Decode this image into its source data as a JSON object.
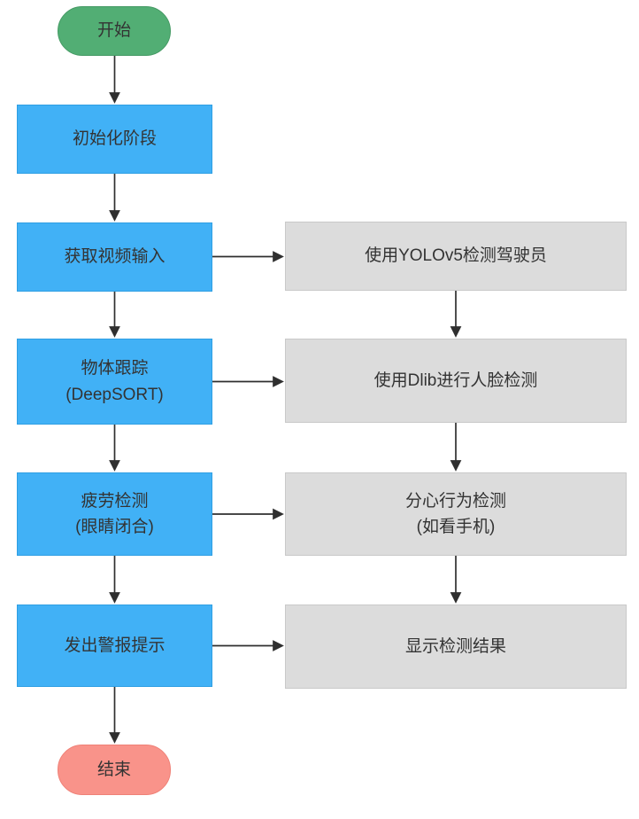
{
  "flowchart": {
    "description": "driver-monitoring-pipeline-flowchart",
    "colors": {
      "bg": "#ffffff",
      "process": "#41b1f6",
      "process_border": "#2f9fe3",
      "step": "#dcdcdc",
      "step_border": "#c9c9c9",
      "start": "#52ae74",
      "start_border": "#459a64",
      "end": "#f9938a",
      "end_border": "#ef8177",
      "arrow": "#2f2f2f",
      "text": "#333333"
    },
    "nodes": {
      "start": {
        "label": "开始"
      },
      "init": {
        "label": "初始化阶段"
      },
      "video_input": {
        "label": "获取视频输入"
      },
      "object_tracking": {
        "label": "物体跟踪",
        "label2": "(DeepSORT)"
      },
      "fatigue_detection": {
        "label": "疲劳检测",
        "label2": "(眼睛闭合)"
      },
      "alert": {
        "label": "发出警报提示"
      },
      "end": {
        "label": "结束"
      },
      "yolo_detection": {
        "label": "使用YOLOv5检测驾驶员"
      },
      "face_detection": {
        "label": "使用Dlib进行人脸检测"
      },
      "distraction_detection": {
        "label": "分心行为检测",
        "label2": "(如看手机)"
      },
      "show_results": {
        "label": "显示检测结果"
      }
    },
    "edges": [
      {
        "from": "start",
        "to": "init"
      },
      {
        "from": "init",
        "to": "video_input"
      },
      {
        "from": "video_input",
        "to": "object_tracking"
      },
      {
        "from": "object_tracking",
        "to": "fatigue_detection"
      },
      {
        "from": "fatigue_detection",
        "to": "alert"
      },
      {
        "from": "alert",
        "to": "end"
      },
      {
        "from": "video_input",
        "to": "yolo_detection"
      },
      {
        "from": "object_tracking",
        "to": "face_detection"
      },
      {
        "from": "fatigue_detection",
        "to": "distraction_detection"
      },
      {
        "from": "alert",
        "to": "show_results"
      },
      {
        "from": "yolo_detection",
        "to": "face_detection"
      },
      {
        "from": "face_detection",
        "to": "distraction_detection"
      },
      {
        "from": "distraction_detection",
        "to": "show_results"
      }
    ]
  }
}
